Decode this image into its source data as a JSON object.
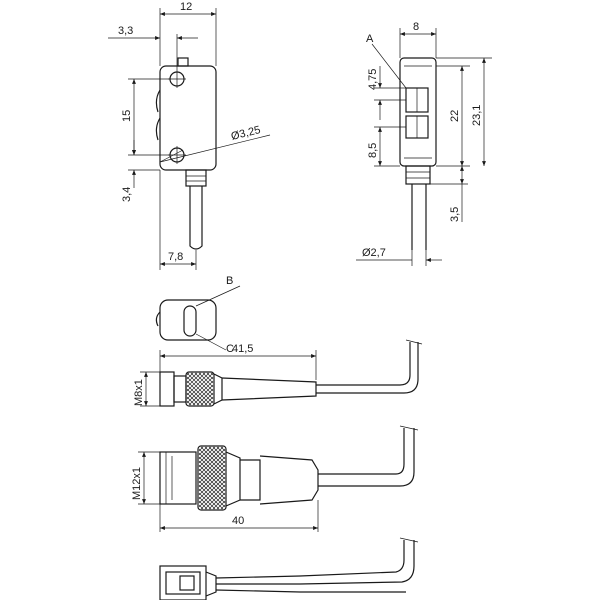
{
  "labels": {
    "A": "A",
    "B": "B",
    "C": "C"
  },
  "dimensions": {
    "d_12": "12",
    "d_3_3": "3,3",
    "d_15": "15",
    "d_3_4": "3,4",
    "d_7_8": "7,8",
    "d_dia_3_25": "Ø3,25",
    "d_8": "8",
    "d_4_75": "4,75",
    "d_8_5": "8,5",
    "d_22": "22",
    "d_23_1": "23,1",
    "d_3_5": "3,5",
    "d_dia_2_7": "Ø2,7",
    "d_41_5": "41,5",
    "d_m8x1": "M8x1",
    "d_m12x1": "M12x1",
    "d_40": "40"
  },
  "colors": {
    "line": "#1a1a1a",
    "background": "#ffffff"
  }
}
